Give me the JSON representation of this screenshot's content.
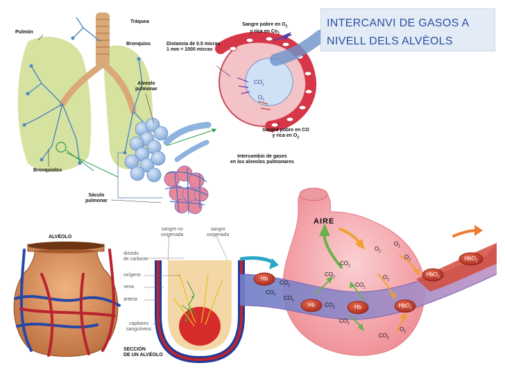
{
  "title": {
    "line1": "INTERCANVI DE GASOS A",
    "line2": "NIVELL DELS ALVÈOLS"
  },
  "top_diagram": {
    "pulmon": "Pulmón",
    "traquea": "Tráquea",
    "bronquios": "Bronquios",
    "bronquiolos": "Bronquiolos",
    "alveolo_pulmonar_1": "Alveolo",
    "alveolo_pulmonar_2": "pulmonar",
    "saculo_1": "Sáculo",
    "saculo_2": "pulmonar",
    "distancia_1": "Distancia de 0.5 micras",
    "distancia_2": "1 mm = 1000 micras",
    "sangre_pobre_o2_1": "Sangre pobre en O",
    "sangre_pobre_o2_2": "y rica en Co",
    "sangre_pobre_co_1": "Sangre pobre en CO",
    "sangre_pobre_co_2": "y rica en O",
    "intercambio_1": "Intercambio de gases",
    "intercambio_2": "en los alveolos pulmonares",
    "co2": "CO",
    "o2": "O"
  },
  "bottom_left": {
    "alveolo": "ALVÉOLO",
    "sangre_no_1": "sangre no",
    "sangre_no_2": "oxigenada",
    "sangre_ox_1": "sangre",
    "sangre_ox_2": "oxigenada",
    "dioxido_1": "dióxido",
    "dioxido_2": "de carbono",
    "oxigeno": "oxígeno",
    "vena": "vena",
    "arteria": "arteria",
    "capilares_1": "capilares",
    "capilares_2": "sanguíneos",
    "seccion_1": "SECCIÓN",
    "seccion_2": "DE UN ALVÉOLO"
  },
  "bottom_right": {
    "aire": "AIRE",
    "co": "CO",
    "o": "O",
    "two": "2",
    "hb": "Hb",
    "hbo": "HbO"
  },
  "colors": {
    "title_text": "#2a4fa0",
    "title_bg": "#e3ecf6",
    "alveolus_pink": "#f2a3a8",
    "vessel_purple": "#a98fc9",
    "hb_red": "#c0392b",
    "arrow_green": "#6ab04c",
    "arrow_orange": "#f0a030",
    "arrow_teal": "#2aa6c8",
    "lung_green": "#c9d98a"
  }
}
